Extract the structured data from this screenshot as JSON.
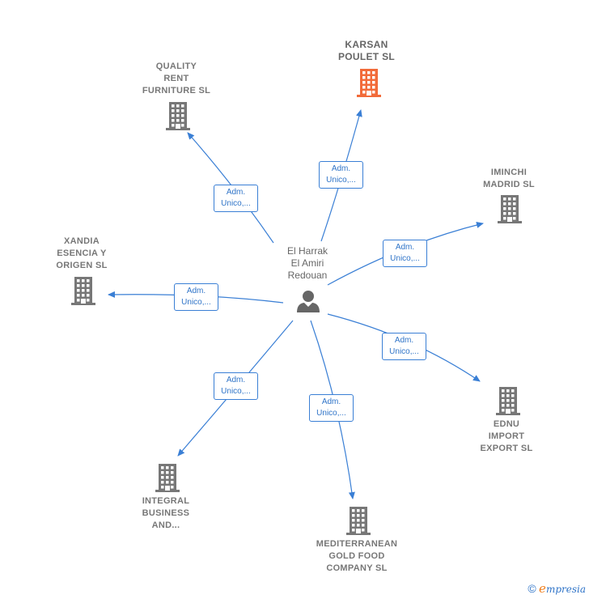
{
  "center": {
    "name": "El Harrak\nEl Amiri\nRedouan",
    "icon": "person-icon"
  },
  "role_label": "Adm.\nUnico,...",
  "companies": [
    {
      "id": "karsan",
      "name": "KARSAN\nPOULET SL",
      "highlight": true
    },
    {
      "id": "quality",
      "name": "QUALITY\nRENT\nFURNITURE SL",
      "highlight": false
    },
    {
      "id": "iminchi",
      "name": "IMINCHI\nMADRID SL",
      "highlight": false
    },
    {
      "id": "xandia",
      "name": "XANDIA\nESENCIA Y\nORIGEN SL",
      "highlight": false
    },
    {
      "id": "ednu",
      "name": "EDNU\nIMPORT\nEXPORT SL",
      "highlight": false
    },
    {
      "id": "integral",
      "name": "INTEGRAL\nBUSINESS\nAND...",
      "highlight": false
    },
    {
      "id": "mediterranean",
      "name": "MEDITERRANEAN\nGOLD FOOD\nCOMPANY SL",
      "highlight": false
    }
  ],
  "colors": {
    "edge": "#3a7fd5",
    "building": "#777777",
    "building_highlight": "#f26b3a",
    "person": "#666666"
  },
  "footer": {
    "copyright_symbol": "©",
    "brand_first": "e",
    "brand_rest": "mpresia"
  }
}
